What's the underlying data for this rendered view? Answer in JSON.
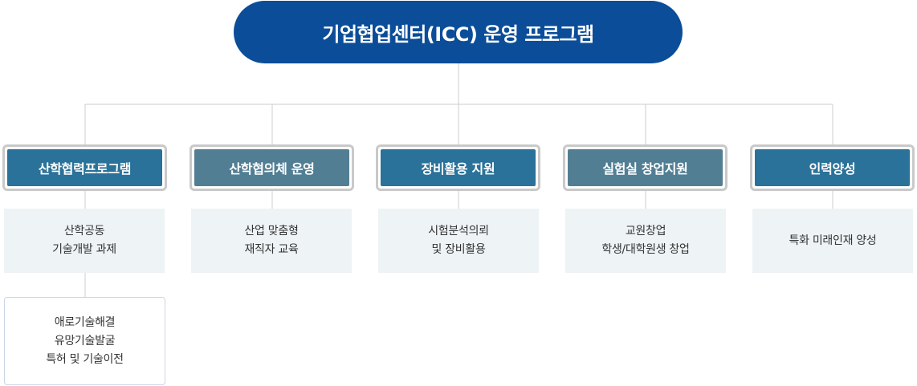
{
  "title": "기업협업센터(ICC) 운영 프로그램",
  "colors": {
    "title_bg": "#0b4d98",
    "category_teal": "#2a7299",
    "category_slate": "#527e94",
    "box_bg": "#eef3f5",
    "connector": "#cccccc"
  },
  "categories": [
    {
      "label": "산학협력프로그램",
      "color": "#2a7299",
      "items": [
        [
          "산학공동",
          "기술개발 과제"
        ],
        [
          "애로기술해결",
          "유망기술발굴",
          "특허 및 기술이전"
        ]
      ]
    },
    {
      "label": "산학협의체 운영",
      "color": "#527e94",
      "items": [
        [
          "산업 맞춤형",
          "재직자 교육"
        ]
      ]
    },
    {
      "label": "장비활용 지원",
      "color": "#2a7299",
      "items": [
        [
          "시험분석의뢰",
          "및 장비활용"
        ]
      ]
    },
    {
      "label": "실험실 창업지원",
      "color": "#527e94",
      "items": [
        [
          "교원창업",
          "학생/대학원생 창업"
        ]
      ]
    },
    {
      "label": "인력양성",
      "color": "#2a7299",
      "items": [
        [
          "특화 미래인재 양성"
        ]
      ]
    }
  ]
}
